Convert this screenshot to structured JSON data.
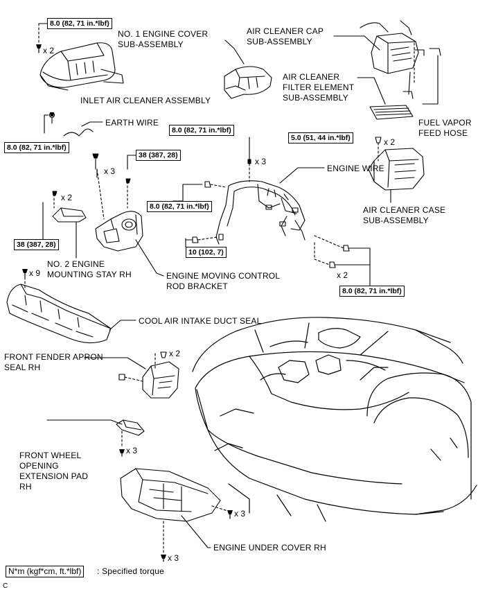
{
  "labels": {
    "inlet_air_cleaner": "INLET AIR CLEANER ASSEMBLY",
    "no1_engine_cover": "NO. 1 ENGINE COVER\nSUB-ASSEMBLY",
    "air_cleaner_cap": "AIR CLEANER CAP\nSUB-ASSEMBLY",
    "filter_element": "AIR CLEANER\nFILTER ELEMENT\nSUB-ASSEMBLY",
    "fuel_vapor": "FUEL VAPOR\nFEED HOSE",
    "earth_wire": "EARTH WIRE",
    "engine_wire": "ENGINE WIRE",
    "air_cleaner_case": "AIR CLEANER CASE\nSUB-ASSEMBLY",
    "no2_stay": "NO. 2 ENGINE\nMOUNTING STAY RH",
    "moving_control": "ENGINE MOVING CONTROL\nROD BRACKET",
    "cool_air": "COOL AIR INTAKE DUCT SEAL",
    "fender_apron": "FRONT FENDER APRON\nSEAL RH",
    "wheel_opening": "FRONT WHEEL\nOPENING\nEXTENSION PAD\nRH",
    "under_cover": "ENGINE UNDER COVER RH"
  },
  "torques": {
    "t1": "8.0 (82, 71 in.*lbf)",
    "t2": "8.0 (82, 71 in.*lbf)",
    "t3": "38 (387, 28)",
    "t4": "8.0 (82, 71 in.*lbf)",
    "t5": "5.0 (51, 44 in.*lbf)",
    "t6": "38 (387, 28)",
    "t7": "8.0 (82, 71 in.*lbf)",
    "t8": "10 (102, 7)",
    "t9": "8.0 (82, 71 in.*lbf)"
  },
  "quantities": {
    "q_inlet": "x 2",
    "q_earth_stay": "x 3",
    "q_wire_top": "x 3",
    "q_case": "x 2",
    "q_stay": "x 2",
    "q_duct_seal": "x 9",
    "q_bottom_right": "x 2",
    "q_fender": "x 2",
    "q_wheel": "x 3",
    "q_under_right": "x 3",
    "q_under_bottom": "x 3"
  },
  "legend": {
    "box_text": "N*m (kgf*cm, ft.*lbf)",
    "text": ": Specified torque"
  },
  "corner_code": "C"
}
